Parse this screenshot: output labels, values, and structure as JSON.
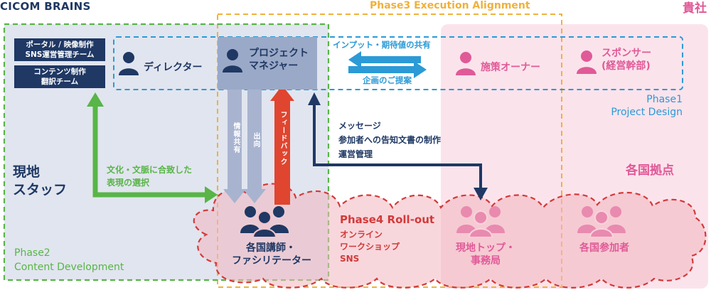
{
  "brand": "CICOM BRAINS",
  "client_label": "貴社",
  "phases": {
    "phase1": [
      "Phase1",
      "Project Design"
    ],
    "phase2": [
      "Phase2",
      "Content Development"
    ],
    "phase3": "Phase3 Execution Alignment",
    "phase4": "Phase4 Roll-out"
  },
  "teams": {
    "portal_sns": [
      "ポータル / 映像制作",
      "SNS運営管理チーム"
    ],
    "content": [
      "コンテンツ制作",
      "翻訳チーム"
    ]
  },
  "roles": {
    "director": "ディレクター",
    "pm": [
      "プロジェクト",
      "マネジャー"
    ],
    "owner": "施策オーナー",
    "sponsor": [
      "スポンサー",
      "(経営幹部)"
    ],
    "local_staff": [
      "現地",
      "スタッフ"
    ],
    "instructors": [
      "各国講師・",
      "ファシリテーター"
    ],
    "site_top": [
      "現地トップ・",
      "事務局"
    ],
    "participants": "各国参加者",
    "bases": "各国拠点"
  },
  "flows": {
    "input_share": "インプット・期待値の共有",
    "plan_proposal": "企画のご提案",
    "info_share": "情報共有",
    "dispatch": "出向",
    "feedback": "フィードバック",
    "culture_note": [
      "文化・文脈に合致した",
      "表現の選択"
    ],
    "message_items": [
      "メッセージ",
      "参加者への告知文書の制作",
      "運営管理"
    ],
    "channels": [
      "オンライン",
      "ワークショップ",
      "SNS"
    ]
  },
  "colors": {
    "navy": "#1f3864",
    "pink": "#e05a97",
    "green": "#58b547",
    "orange": "#f0b13a",
    "blue": "#2b9ad6",
    "red": "#d23a3a"
  }
}
